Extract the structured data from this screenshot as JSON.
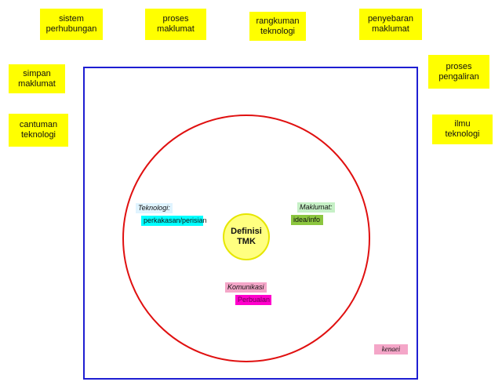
{
  "top_cards": [
    {
      "label": "sistem\nperhubungan"
    },
    {
      "label": "proses\nmaklumat"
    },
    {
      "label": "rangkuman\nteknologi"
    },
    {
      "label": "penyebaran\nmaklumat"
    }
  ],
  "left_cards": [
    {
      "label": "simpan\nmaklumat"
    },
    {
      "label": "cantuman\nteknologi"
    }
  ],
  "right_cards": [
    {
      "label": "proses\npengaliran"
    },
    {
      "label": "ilmu\nteknologi"
    }
  ],
  "center": {
    "label": "Definisi\nTMK"
  },
  "teknologi": {
    "heading": "Teknologi:",
    "value": "perkakasan/perisian"
  },
  "maklumat": {
    "heading": "Maklumat:",
    "value": "idea/info"
  },
  "komunikasi": {
    "heading": "Komunikasi",
    "value": "Perbualan"
  },
  "corner_tag": {
    "label": "kenaei"
  },
  "colors": {
    "card": "#ffff00",
    "frame": "#1e1ed2",
    "circle": "#e01010",
    "center_fill": "#ffff80",
    "teknologi_heading": "#e0f4ff",
    "teknologi_value": "#00ffff",
    "maklumat_heading": "#c6f0c6",
    "maklumat_value": "#8cc63f",
    "komunikasi_heading": "#f4a6c8",
    "komunikasi_value": "#ff00cc",
    "corner_tag": "#f4a6c8"
  }
}
